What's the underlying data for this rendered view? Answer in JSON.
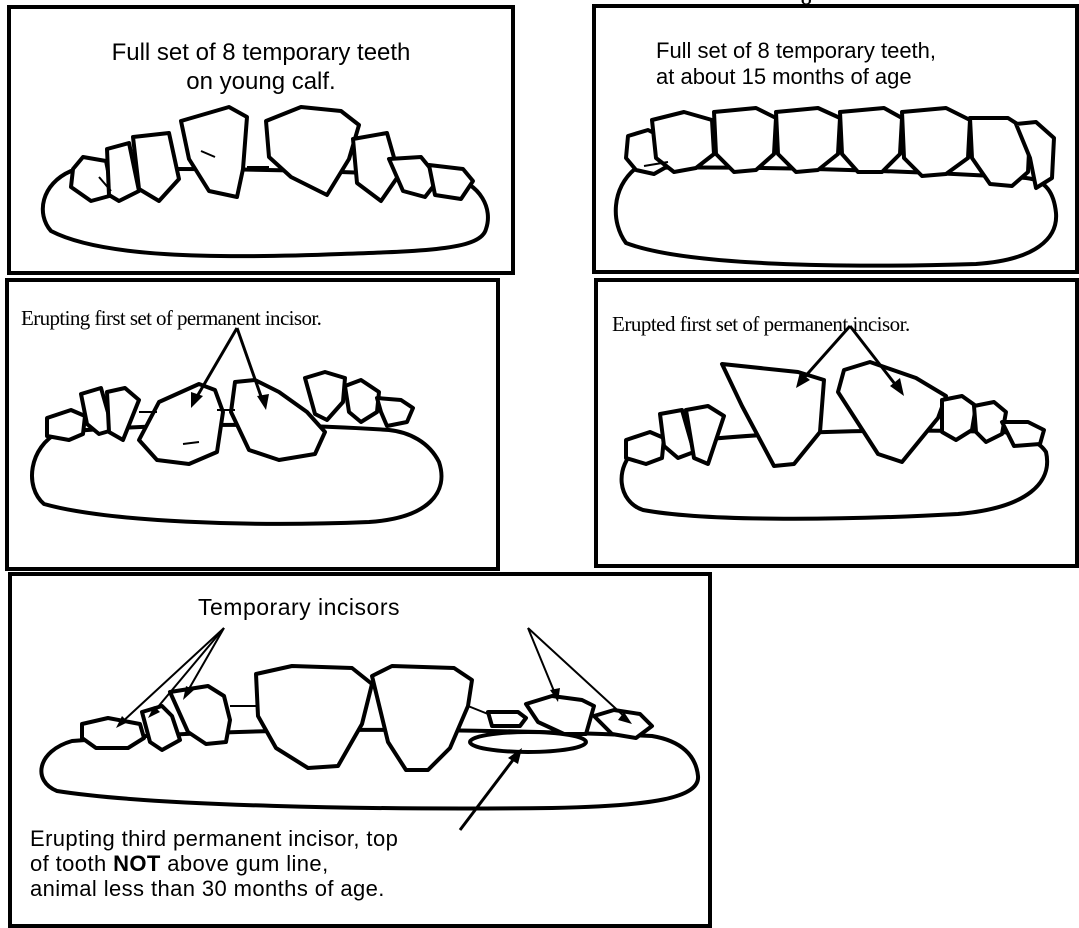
{
  "top_fragment": "g",
  "panels": [
    {
      "caption": "Full set of 8 temporary teeth\non young calf."
    },
    {
      "caption": "Full set of 8 temporary teeth,\nat about 15 months of age"
    },
    {
      "caption": "Erupting first set of permanent incisor."
    },
    {
      "caption": "Erupted first set of permanent incisor."
    },
    {
      "caption_top": "Temporary incisors",
      "caption_line1": "Erupting third permanent incisor, top",
      "caption_line2_pre": "of tooth ",
      "caption_line2_bold": "NOT",
      "caption_line2_post": " above gum line,",
      "caption_line3": "animal less than 30 months of age."
    }
  ]
}
